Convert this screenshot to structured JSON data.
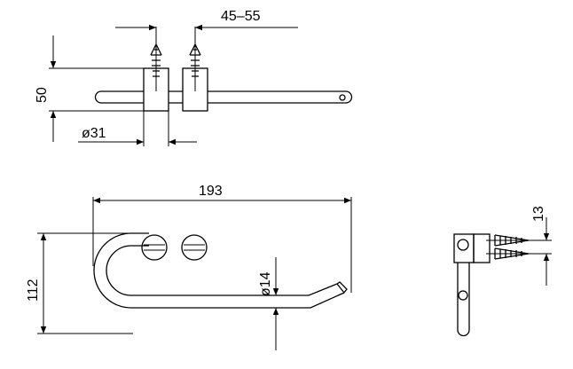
{
  "drawing": {
    "dimensions": {
      "screw_spacing": "45–55",
      "projection": "50",
      "rose_diameter": "ø31",
      "overall_width": "193",
      "overall_height": "112",
      "rod_diameter": "ø14",
      "side_offset": "13"
    }
  }
}
